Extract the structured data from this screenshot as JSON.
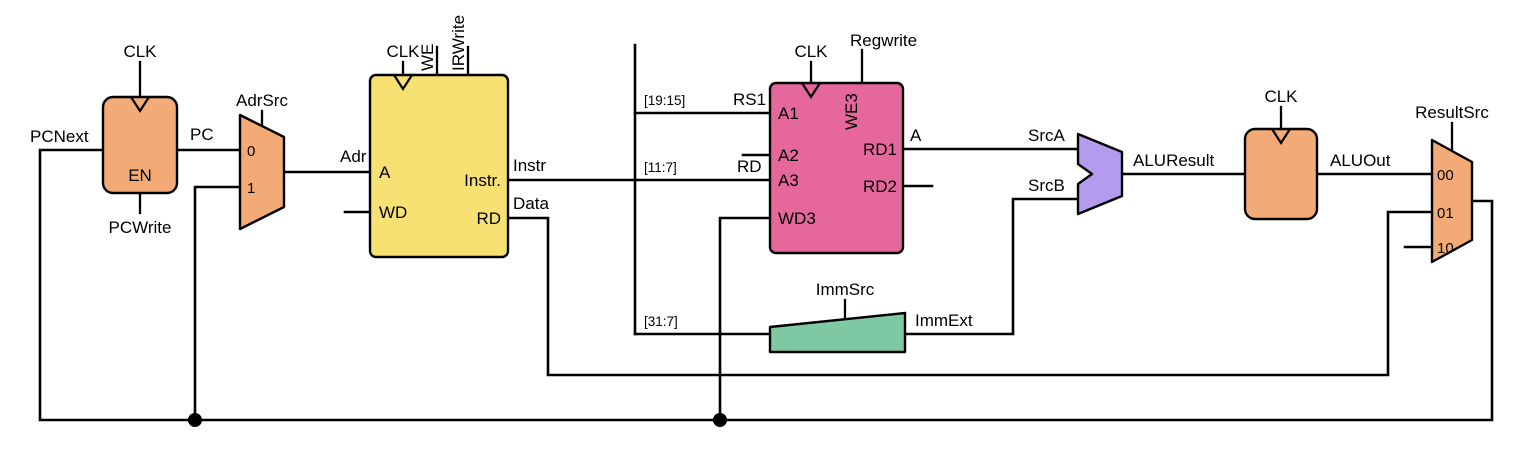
{
  "colors": {
    "register_fill": "#f2ab76",
    "memory_fill": "#f8e173",
    "regfile_fill": "#e5679c",
    "alu_fill": "#b49bee",
    "extend_fill": "#7ec9a3",
    "wire": "#000000"
  },
  "pc_register": {
    "clk_label": "CLK",
    "en_port": "EN",
    "enable_signal": "PCWrite",
    "input_label": "PCNext",
    "output_label": "PC"
  },
  "adr_mux": {
    "select_label": "AdrSrc",
    "input0": "0",
    "input1": "1",
    "output_label": "Adr"
  },
  "memory": {
    "clk_label": "CLK",
    "we_port": "WE",
    "irwrite_signal": "IRWrite",
    "a_port": "A",
    "wd_port": "WD",
    "instr_port": "Instr.",
    "rd_port": "RD",
    "instr_bus_label": "Instr",
    "data_bus_label": "Data"
  },
  "instr_fields": {
    "rs1_range": "[19:15]",
    "rs1_label": "RS1",
    "rd_range": "[11:7]",
    "rd_label": "RD",
    "imm_range": "[31:7]"
  },
  "register_file": {
    "clk_label": "CLK",
    "regwrite_signal": "Regwrite",
    "we3_port": "WE3",
    "a1_port": "A1",
    "a2_port": "A2",
    "a3_port": "A3",
    "wd3_port": "WD3",
    "rd1_port": "RD1",
    "rd2_port": "RD2",
    "a_bus_label": "A"
  },
  "alu": {
    "srca_label": "SrcA",
    "srcb_label": "SrcB",
    "result_label": "ALUResult"
  },
  "aluout_register": {
    "clk_label": "CLK",
    "output_label": "ALUOut"
  },
  "result_mux": {
    "select_label": "ResultSrc",
    "input00": "00",
    "input01": "01",
    "input10": "10"
  },
  "extend_unit": {
    "select_label": "ImmSrc",
    "output_label": "ImmExt"
  }
}
